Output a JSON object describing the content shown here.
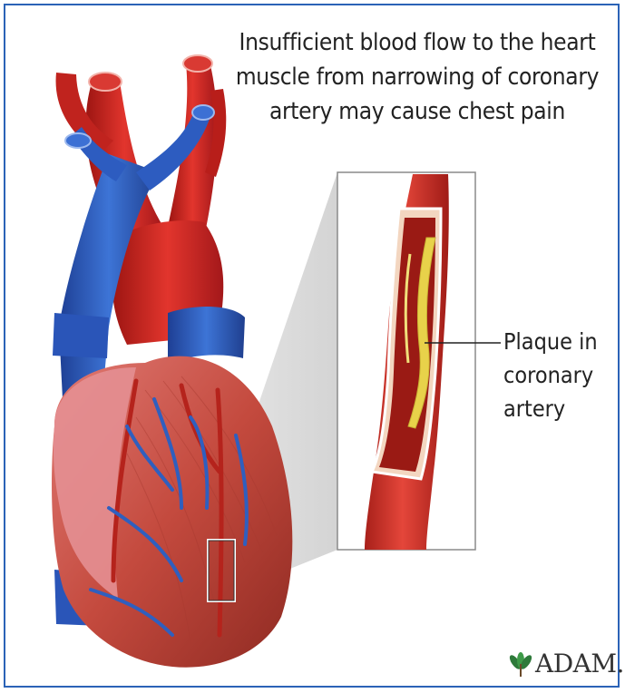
{
  "caption": {
    "lines": [
      "Insufficient blood flow to the heart",
      "muscle from narrowing of coronary",
      "artery may cause chest pain"
    ]
  },
  "callout": {
    "lines": [
      "Plaque in",
      "coronary",
      "artery"
    ]
  },
  "logo": {
    "text": "ADAM."
  },
  "colors": {
    "border": "#2b63b7",
    "artery_red": "#c8231f",
    "vein_blue": "#2f5fbf",
    "muscle": "#c9584a",
    "plaque": "#e8d24a"
  }
}
